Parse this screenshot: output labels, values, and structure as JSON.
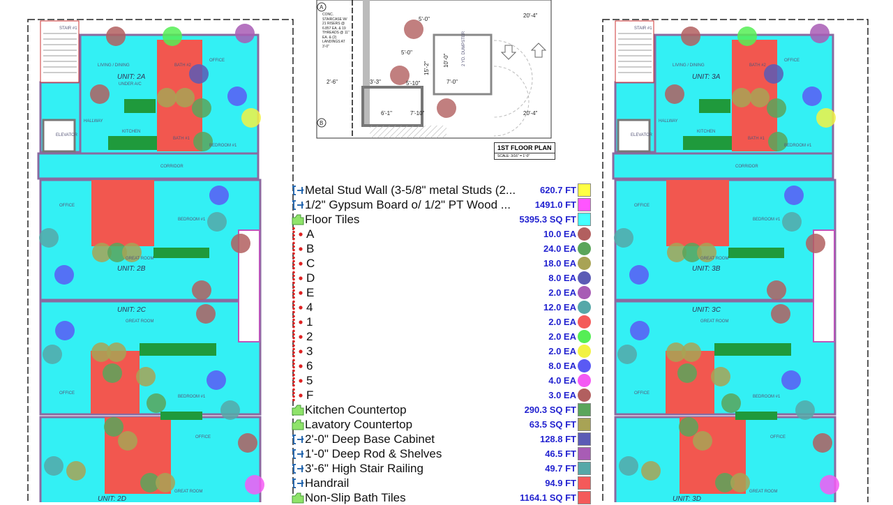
{
  "colors": {
    "floor": "#33f0f4",
    "bath": "#f2574f",
    "counter": "#1f9a3c",
    "wall": "#9a9aa6",
    "value": "#2323d0"
  },
  "plan_left": {
    "units": [
      "UNIT: 2A",
      "UNIT: 2B",
      "UNIT: 2C",
      "UNIT: 2D"
    ],
    "rooms": [
      "LIVING / DINING",
      "OFFICE",
      "BATH #2",
      "KITCHEN",
      "BATH #1",
      "BEDROOM #1",
      "HALLWAY",
      "ELEVATOR",
      "CORRIDOR",
      "STAIR #1",
      "OFFICE",
      "BEDROOM #1",
      "GREAT ROOM",
      "GREAT ROOM",
      "OFFICE",
      "BEDROOM #1",
      "OFFICE",
      "GREAT ROOM"
    ],
    "area_caption": "UNDER A/C"
  },
  "plan_right": {
    "units": [
      "UNIT: 3A",
      "UNIT: 3B",
      "UNIT: 3C",
      "UNIT: 3D"
    ],
    "rooms": [
      "LIVING / DINING",
      "OFFICE",
      "BATH #2",
      "KITCHEN",
      "BATH #1",
      "BEDROOM #1",
      "HALLWAY",
      "ELEVATOR",
      "CORRIDOR",
      "STAIR #1",
      "OFFICE",
      "BEDROOM #1",
      "GREAT ROOM",
      "GREAT ROOM",
      "OFFICE",
      "BEDROOM #1",
      "OFFICE",
      "GREAT ROOM"
    ]
  },
  "first_floor": {
    "title": "1ST FLOOR PLAN",
    "scale": "SCALE: 3/16\" = 1'-0\"",
    "note": "CONC. STAIRCASE W/ 21 RISERS @ 6.857 EA. & 19 THREADS @ 11\" EA. & (2) LANDINGS AT 3'-0\"",
    "dims": [
      "20'-4\"",
      "20'-4\"",
      "5'-0\"",
      "5'-0\"",
      "15'-2\"",
      "10'-0\"",
      "7'-0\"",
      "5'-10\"",
      "3'-3\"",
      "6'-1\"",
      "7'-10\"",
      "2'-6\""
    ],
    "grid": [
      "A",
      "B"
    ],
    "dumpster": "2 YD. DUMPSTER"
  },
  "legend": [
    {
      "icon": "polyline-icon",
      "label": "Metal Stud Wall (3-5/8\" metal Studs (2...",
      "value": "620.7 FT",
      "color": "#ffff44",
      "shape": "square"
    },
    {
      "icon": "polyline-icon",
      "label": "1/2\" Gypsum Board o/ 1/2\" PT Wood ...",
      "value": "1491.0 FT",
      "color": "#ff55ff",
      "shape": "square"
    },
    {
      "icon": "area-icon",
      "label": "Floor Tiles",
      "value": "5395.3 SQ FT",
      "color": "#44ffff",
      "shape": "square"
    },
    {
      "icon": "count-icon",
      "label": "A",
      "value": "10.0 EA",
      "color": "#b25f5f",
      "shape": "circle",
      "sub": true
    },
    {
      "icon": "count-icon",
      "label": "B",
      "value": "24.0 EA",
      "color": "#5aa55a",
      "shape": "circle",
      "sub": true
    },
    {
      "icon": "count-icon",
      "label": "C",
      "value": "18.0 EA",
      "color": "#a8a355",
      "shape": "circle",
      "sub": true
    },
    {
      "icon": "count-icon",
      "label": "D",
      "value": "8.0 EA",
      "color": "#5b5bb5",
      "shape": "circle",
      "sub": true
    },
    {
      "icon": "count-icon",
      "label": "E",
      "value": "2.0 EA",
      "color": "#a85cb5",
      "shape": "circle",
      "sub": true
    },
    {
      "icon": "count-icon",
      "label": "4",
      "value": "12.0 EA",
      "color": "#55a8a8",
      "shape": "circle",
      "sub": true
    },
    {
      "icon": "count-icon",
      "label": "1",
      "value": "2.0 EA",
      "color": "#f45a5a",
      "shape": "circle",
      "sub": true
    },
    {
      "icon": "count-icon",
      "label": "2",
      "value": "2.0 EA",
      "color": "#55ee55",
      "shape": "circle",
      "sub": true
    },
    {
      "icon": "count-icon",
      "label": "3",
      "value": "2.0 EA",
      "color": "#f2f244",
      "shape": "circle",
      "sub": true
    },
    {
      "icon": "count-icon",
      "label": "6",
      "value": "8.0 EA",
      "color": "#5a5af4",
      "shape": "circle",
      "sub": true
    },
    {
      "icon": "count-icon",
      "label": "5",
      "value": "4.0 EA",
      "color": "#f45af4",
      "shape": "circle",
      "sub": true
    },
    {
      "icon": "count-icon",
      "label": "F",
      "value": "3.0 EA",
      "color": "#b25f5f",
      "shape": "circle",
      "sub": true
    },
    {
      "icon": "area-icon",
      "label": "Kitchen Countertop",
      "value": "290.3 SQ FT",
      "color": "#5aa55a",
      "shape": "square"
    },
    {
      "icon": "area-icon",
      "label": "Lavatory Countertop",
      "value": "63.5 SQ FT",
      "color": "#a8a355",
      "shape": "square"
    },
    {
      "icon": "polyline-icon",
      "label": "2'-0\" Deep Base Cabinet",
      "value": "128.8 FT",
      "color": "#5b5bb5",
      "shape": "square"
    },
    {
      "icon": "polyline-icon",
      "label": "1'-0\" Deep Rod & Shelves",
      "value": "46.5 FT",
      "color": "#a85cb5",
      "shape": "square"
    },
    {
      "icon": "polyline-icon",
      "label": "3'-6\" High Stair Railing",
      "value": "49.7 FT",
      "color": "#55a8a8",
      "shape": "square"
    },
    {
      "icon": "polyline-icon",
      "label": "Handrail",
      "value": "94.9 FT",
      "color": "#f45a5a",
      "shape": "square"
    },
    {
      "icon": "area-icon",
      "label": "Non-Slip Bath Tiles",
      "value": "1164.1 SQ FT",
      "color": "#f45a5a",
      "shape": "square"
    }
  ]
}
